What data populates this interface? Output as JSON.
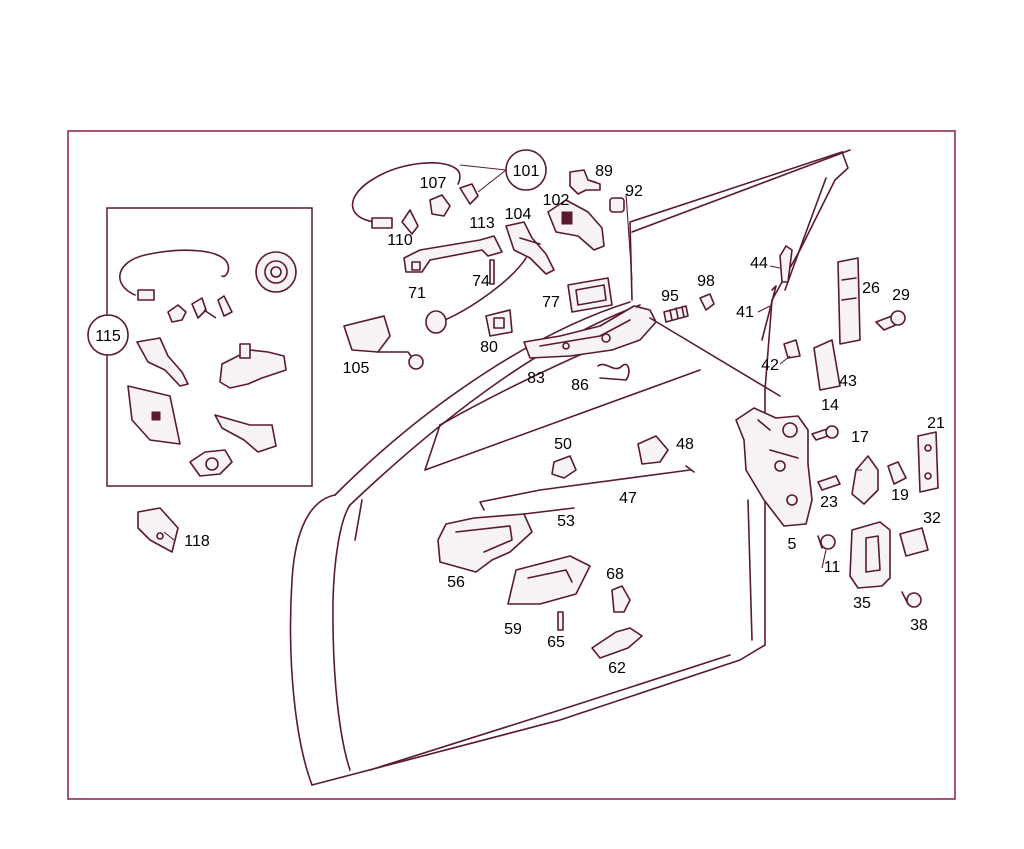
{
  "diagram": {
    "colors": {
      "frame": "#8b1a4a",
      "part_line": "#5a1a2e",
      "label": "#000000"
    },
    "callouts": [
      "101",
      "107",
      "89",
      "92",
      "102",
      "104",
      "113",
      "110",
      "71",
      "74",
      "44",
      "98",
      "95",
      "41",
      "26",
      "29",
      "42",
      "43",
      "77",
      "80",
      "105",
      "83",
      "86",
      "14",
      "21",
      "17",
      "115",
      "50",
      "48",
      "47",
      "23",
      "19",
      "5",
      "53",
      "32",
      "56",
      "11",
      "68",
      "59",
      "35",
      "65",
      "38",
      "62",
      "118"
    ]
  }
}
